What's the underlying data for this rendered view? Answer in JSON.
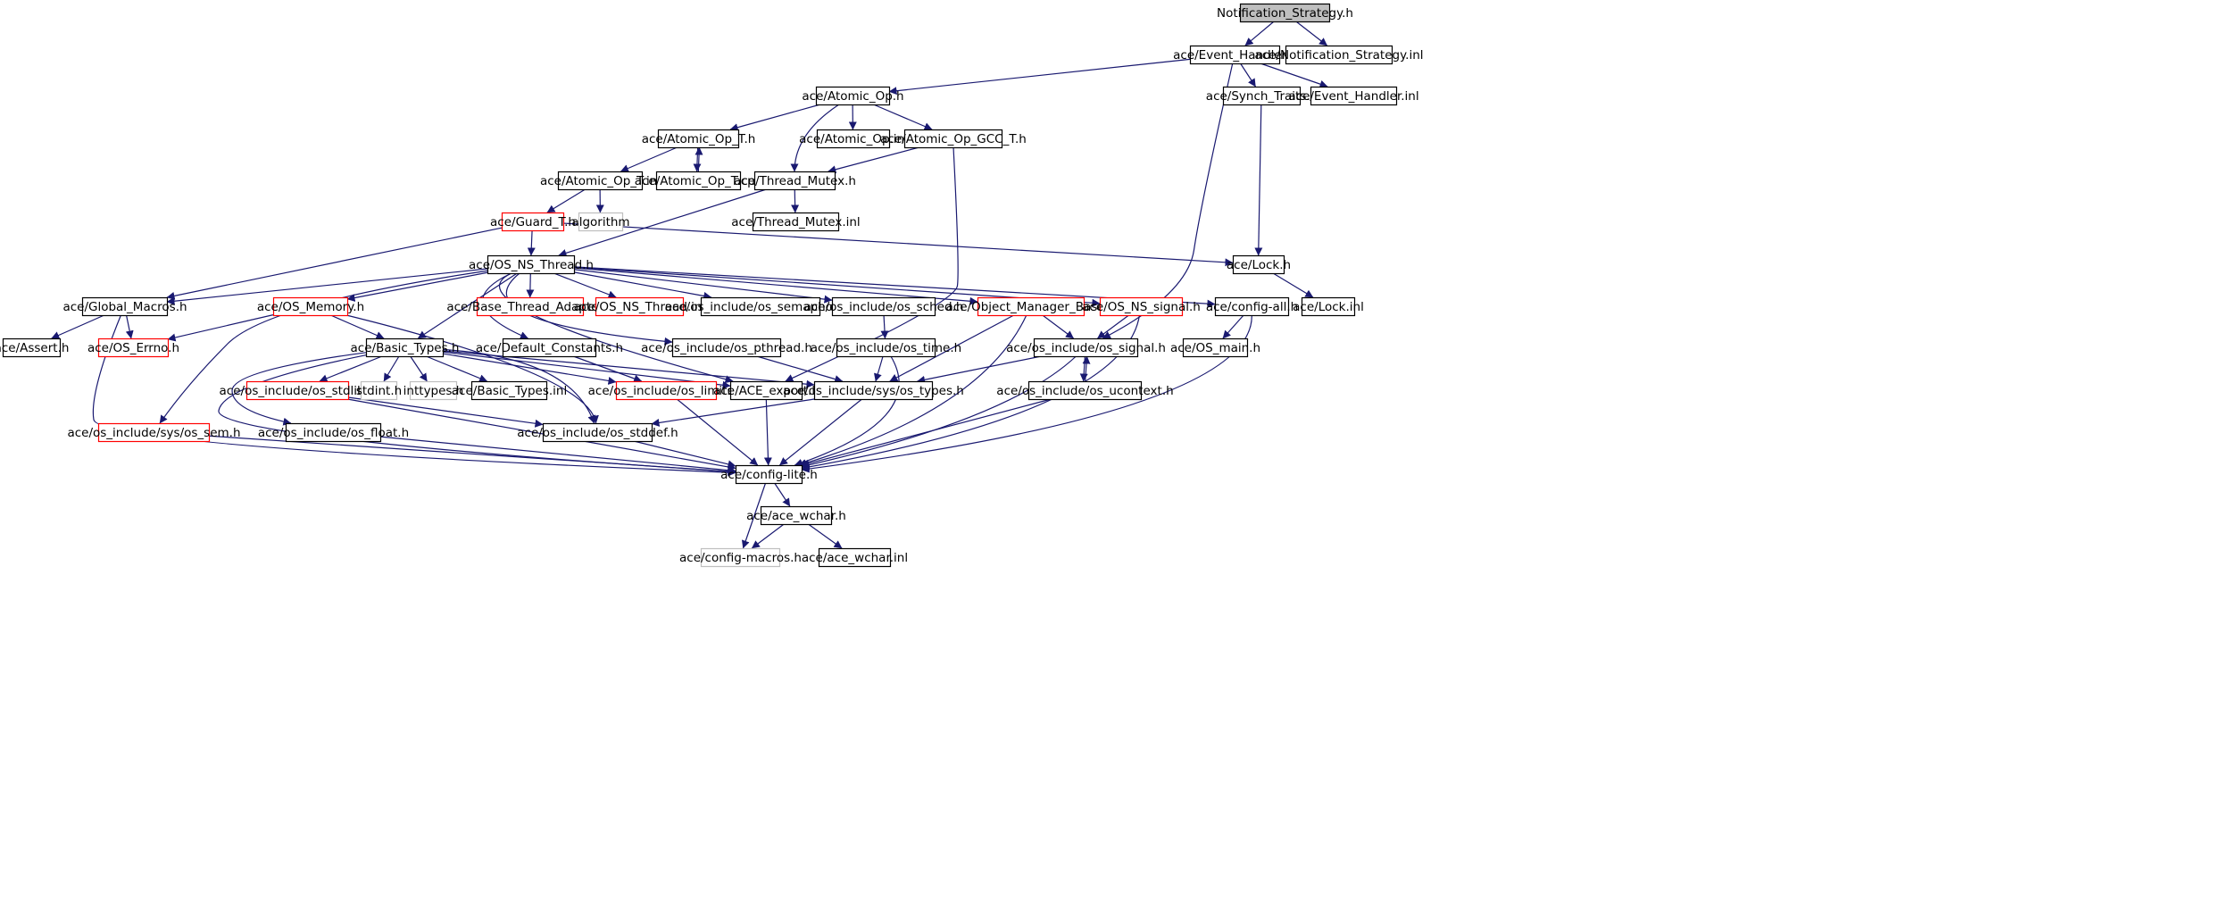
{
  "diagram": {
    "colors": {
      "edge": "#191970",
      "normal_border": "#000000",
      "truncated_border": "#ff0000",
      "external_border": "#bfbfbf",
      "root_fill": "#bfbfbf",
      "text": "#000000"
    },
    "nodes": [
      {
        "id": "notification_strategy_h",
        "label": "Notification_Strategy.h",
        "kind": "root"
      },
      {
        "id": "event_handler_h",
        "label": "ace/Event_Handler.h",
        "kind": "normal"
      },
      {
        "id": "notification_strategy_inl",
        "label": "ace/Notification_Strategy.inl",
        "kind": "normal"
      },
      {
        "id": "atomic_op_h",
        "label": "ace/Atomic_Op.h",
        "kind": "normal"
      },
      {
        "id": "synch_traits_h",
        "label": "ace/Synch_Traits.h",
        "kind": "normal"
      },
      {
        "id": "event_handler_inl",
        "label": "ace/Event_Handler.inl",
        "kind": "normal"
      },
      {
        "id": "atomic_op_t_h",
        "label": "ace/Atomic_Op_T.h",
        "kind": "normal"
      },
      {
        "id": "atomic_op_inl",
        "label": "ace/Atomic_Op.inl",
        "kind": "normal"
      },
      {
        "id": "atomic_op_gcc_t_h",
        "label": "ace/Atomic_Op_GCC_T.h",
        "kind": "normal"
      },
      {
        "id": "atomic_op_t_inl",
        "label": "ace/Atomic_Op_T.inl",
        "kind": "normal"
      },
      {
        "id": "atomic_op_t_cpp",
        "label": "ace/Atomic_Op_T.cpp",
        "kind": "normal"
      },
      {
        "id": "thread_mutex_h",
        "label": "ace/Thread_Mutex.h",
        "kind": "normal"
      },
      {
        "id": "guard_t_h",
        "label": "ace/Guard_T.h",
        "kind": "truncated"
      },
      {
        "id": "algorithm",
        "label": "algorithm",
        "kind": "external"
      },
      {
        "id": "thread_mutex_inl",
        "label": "ace/Thread_Mutex.inl",
        "kind": "normal"
      },
      {
        "id": "os_ns_thread_h",
        "label": "ace/OS_NS_Thread.h",
        "kind": "normal"
      },
      {
        "id": "lock_h",
        "label": "ace/Lock.h",
        "kind": "normal"
      },
      {
        "id": "global_macros_h",
        "label": "ace/Global_Macros.h",
        "kind": "normal"
      },
      {
        "id": "os_memory_h",
        "label": "ace/OS_Memory.h",
        "kind": "truncated"
      },
      {
        "id": "base_thread_adapter_h",
        "label": "ace/Base_Thread_Adapter.h",
        "kind": "truncated"
      },
      {
        "id": "os_ns_thread_inl",
        "label": "ace/OS_NS_Thread.inl",
        "kind": "truncated"
      },
      {
        "id": "os_semaphore_h",
        "label": "ace/os_include/os_semaphore.h",
        "kind": "normal"
      },
      {
        "id": "os_sched_h",
        "label": "ace/os_include/os_sched.h",
        "kind": "normal"
      },
      {
        "id": "object_manager_base_h",
        "label": "ace/Object_Manager_Base.h",
        "kind": "truncated"
      },
      {
        "id": "os_ns_signal_h",
        "label": "ace/OS_NS_signal.h",
        "kind": "truncated"
      },
      {
        "id": "config_all_h",
        "label": "ace/config-all.h",
        "kind": "normal"
      },
      {
        "id": "lock_inl",
        "label": "ace/Lock.inl",
        "kind": "normal"
      },
      {
        "id": "assert_h",
        "label": "ace/Assert.h",
        "kind": "normal"
      },
      {
        "id": "os_errno_h",
        "label": "ace/OS_Errno.h",
        "kind": "truncated"
      },
      {
        "id": "basic_types_h",
        "label": "ace/Basic_Types.h",
        "kind": "normal"
      },
      {
        "id": "default_constants_h",
        "label": "ace/Default_Constants.h",
        "kind": "normal"
      },
      {
        "id": "os_pthread_h",
        "label": "ace/os_include/os_pthread.h",
        "kind": "normal"
      },
      {
        "id": "os_time_h",
        "label": "ace/os_include/os_time.h",
        "kind": "normal"
      },
      {
        "id": "os_signal_h",
        "label": "ace/os_include/os_signal.h",
        "kind": "normal"
      },
      {
        "id": "os_main_h",
        "label": "ace/OS_main.h",
        "kind": "normal"
      },
      {
        "id": "os_stdlib_h",
        "label": "ace/os_include/os_stdlib.h",
        "kind": "truncated"
      },
      {
        "id": "stdint_h",
        "label": "stdint.h",
        "kind": "external"
      },
      {
        "id": "inttypes_h",
        "label": "inttypes.h",
        "kind": "external"
      },
      {
        "id": "basic_types_inl",
        "label": "ace/Basic_Types.inl",
        "kind": "normal"
      },
      {
        "id": "os_limits_h",
        "label": "ace/os_include/os_limits.h",
        "kind": "truncated"
      },
      {
        "id": "ace_export_h",
        "label": "ace/ACE_export.h",
        "kind": "normal"
      },
      {
        "id": "os_types_h",
        "label": "ace/os_include/sys/os_types.h",
        "kind": "normal"
      },
      {
        "id": "os_ucontext_h",
        "label": "ace/os_include/os_ucontext.h",
        "kind": "normal"
      },
      {
        "id": "os_sem_h",
        "label": "ace/os_include/sys/os_sem.h",
        "kind": "truncated"
      },
      {
        "id": "os_float_h",
        "label": "ace/os_include/os_float.h",
        "kind": "normal"
      },
      {
        "id": "os_stddef_h",
        "label": "ace/os_include/os_stddef.h",
        "kind": "normal"
      },
      {
        "id": "config_lite_h",
        "label": "ace/config-lite.h",
        "kind": "normal"
      },
      {
        "id": "ace_wchar_h",
        "label": "ace/ace_wchar.h",
        "kind": "normal"
      },
      {
        "id": "config_macros_h",
        "label": "ace/config-macros.h",
        "kind": "external"
      },
      {
        "id": "ace_wchar_inl",
        "label": "ace/ace_wchar.inl",
        "kind": "normal"
      }
    ],
    "edges": [
      [
        "notification_strategy_h",
        "event_handler_h"
      ],
      [
        "notification_strategy_h",
        "notification_strategy_inl"
      ],
      [
        "event_handler_h",
        "atomic_op_h"
      ],
      [
        "event_handler_h",
        "synch_traits_h"
      ],
      [
        "event_handler_h",
        "event_handler_inl"
      ],
      [
        "event_handler_h",
        "os_signal_h"
      ],
      [
        "atomic_op_h",
        "atomic_op_t_h"
      ],
      [
        "atomic_op_h",
        "atomic_op_inl"
      ],
      [
        "atomic_op_h",
        "atomic_op_gcc_t_h"
      ],
      [
        "atomic_op_h",
        "thread_mutex_h"
      ],
      [
        "atomic_op_t_h",
        "atomic_op_t_inl"
      ],
      [
        "atomic_op_t_h",
        "atomic_op_t_cpp"
      ],
      [
        "atomic_op_t_cpp",
        "atomic_op_t_h"
      ],
      [
        "atomic_op_gcc_t_h",
        "thread_mutex_h"
      ],
      [
        "atomic_op_gcc_t_h",
        "ace_export_h"
      ],
      [
        "atomic_op_t_inl",
        "guard_t_h"
      ],
      [
        "atomic_op_t_inl",
        "algorithm"
      ],
      [
        "thread_mutex_h",
        "thread_mutex_inl"
      ],
      [
        "thread_mutex_h",
        "os_ns_thread_h"
      ],
      [
        "synch_traits_h",
        "lock_h"
      ],
      [
        "guard_t_h",
        "os_ns_thread_h"
      ],
      [
        "guard_t_h",
        "lock_h"
      ],
      [
        "guard_t_h",
        "global_macros_h"
      ],
      [
        "lock_h",
        "lock_inl"
      ],
      [
        "os_ns_thread_h",
        "global_macros_h"
      ],
      [
        "os_ns_thread_h",
        "os_memory_h"
      ],
      [
        "os_ns_thread_h",
        "base_thread_adapter_h"
      ],
      [
        "os_ns_thread_h",
        "os_ns_thread_inl"
      ],
      [
        "os_ns_thread_h",
        "os_semaphore_h"
      ],
      [
        "os_ns_thread_h",
        "os_sched_h"
      ],
      [
        "os_ns_thread_h",
        "object_manager_base_h"
      ],
      [
        "os_ns_thread_h",
        "os_ns_signal_h"
      ],
      [
        "os_ns_thread_h",
        "config_all_h"
      ],
      [
        "os_ns_thread_h",
        "basic_types_h"
      ],
      [
        "os_ns_thread_h",
        "default_constants_h"
      ],
      [
        "os_ns_thread_h",
        "os_pthread_h"
      ],
      [
        "os_ns_thread_h",
        "os_sem_h"
      ],
      [
        "os_ns_thread_h",
        "ace_export_h"
      ],
      [
        "global_macros_h",
        "assert_h"
      ],
      [
        "global_macros_h",
        "os_errno_h"
      ],
      [
        "global_macros_h",
        "config_lite_h"
      ],
      [
        "os_memory_h",
        "os_errno_h"
      ],
      [
        "os_memory_h",
        "basic_types_h"
      ],
      [
        "os_memory_h",
        "os_stddef_h"
      ],
      [
        "config_all_h",
        "os_main_h"
      ],
      [
        "config_all_h",
        "config_lite_h"
      ],
      [
        "os_sched_h",
        "os_time_h"
      ],
      [
        "object_manager_base_h",
        "os_signal_h"
      ],
      [
        "object_manager_base_h",
        "os_types_h"
      ],
      [
        "object_manager_base_h",
        "config_lite_h"
      ],
      [
        "os_ns_signal_h",
        "os_signal_h"
      ],
      [
        "os_ns_signal_h",
        "config_lite_h"
      ],
      [
        "os_time_h",
        "os_types_h"
      ],
      [
        "os_time_h",
        "config_lite_h"
      ],
      [
        "os_pthread_h",
        "os_types_h"
      ],
      [
        "default_constants_h",
        "os_limits_h"
      ],
      [
        "os_signal_h",
        "os_ucontext_h"
      ],
      [
        "os_signal_h",
        "os_types_h"
      ],
      [
        "os_signal_h",
        "config_lite_h"
      ],
      [
        "os_ucontext_h",
        "os_signal_h"
      ],
      [
        "os_ucontext_h",
        "config_lite_h"
      ],
      [
        "basic_types_h",
        "os_stdlib_h"
      ],
      [
        "basic_types_h",
        "stdint_h"
      ],
      [
        "basic_types_h",
        "inttypes_h"
      ],
      [
        "basic_types_h",
        "basic_types_inl"
      ],
      [
        "basic_types_h",
        "os_limits_h"
      ],
      [
        "basic_types_h",
        "ace_export_h"
      ],
      [
        "basic_types_h",
        "os_types_h"
      ],
      [
        "basic_types_h",
        "os_float_h"
      ],
      [
        "basic_types_h",
        "os_stddef_h"
      ],
      [
        "basic_types_h",
        "config_lite_h"
      ],
      [
        "os_stdlib_h",
        "os_stddef_h"
      ],
      [
        "os_stdlib_h",
        "config_lite_h"
      ],
      [
        "os_limits_h",
        "config_lite_h"
      ],
      [
        "ace_export_h",
        "config_lite_h"
      ],
      [
        "os_types_h",
        "os_stddef_h"
      ],
      [
        "os_types_h",
        "config_lite_h"
      ],
      [
        "os_sem_h",
        "config_lite_h"
      ],
      [
        "os_float_h",
        "config_lite_h"
      ],
      [
        "os_stddef_h",
        "config_lite_h"
      ],
      [
        "config_lite_h",
        "ace_wchar_h"
      ],
      [
        "config_lite_h",
        "config_macros_h"
      ],
      [
        "ace_wchar_h",
        "config_macros_h"
      ],
      [
        "ace_wchar_h",
        "ace_wchar_inl"
      ]
    ]
  }
}
